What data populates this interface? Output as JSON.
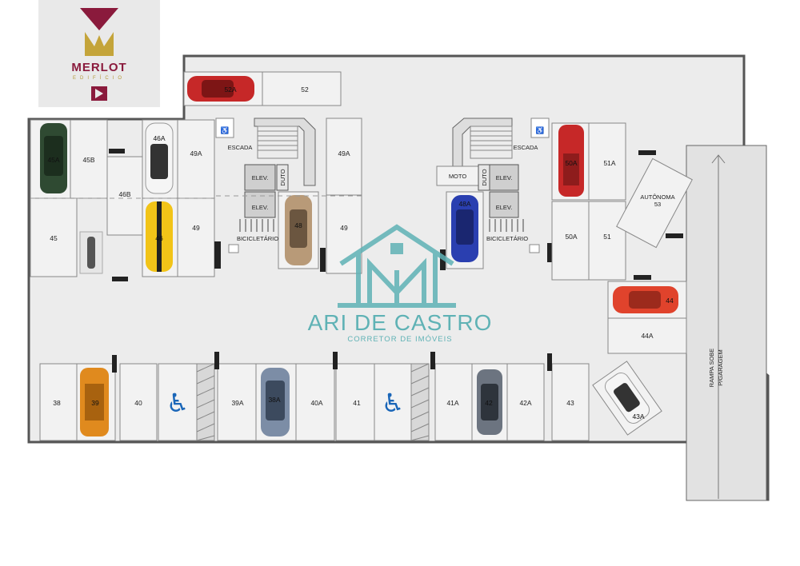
{
  "brand": {
    "name": "MERLOT",
    "subtitle": "EDIFÍCIO",
    "colors": {
      "primary": "#8a1a3c",
      "gold": "#c4a43a"
    }
  },
  "watermark": {
    "name": "ARI DE CASTRO",
    "subtitle": "CORRETOR DE IMÓVEIS",
    "color": "#5fb2b5"
  },
  "ramp": {
    "line1": "RAMPA SOBE",
    "line2": "P/GARAGEM"
  },
  "facilities": {
    "stairs_left": "ESCADA",
    "stairs_right": "ESCADA",
    "elevator": "ELEV.",
    "duct": "DUTO",
    "bicycle_left": "BICICLETÁRIO",
    "bicycle_right": "BICICLETÁRIO",
    "moto": "MOTO",
    "autonomous": "AUTÔNOMA",
    "autonomous_num": "53"
  },
  "spots": {
    "s52a": "52A",
    "s52": "52",
    "s45a": "45A",
    "s45b": "45B",
    "s46a": "46A",
    "s49a_l": "49A",
    "s46b": "46B",
    "s45": "45",
    "s46": "46",
    "s49_l": "49",
    "s48": "48",
    "s49a_r": "49A",
    "s49_r": "49",
    "s48a": "48A",
    "s50a_t": "50A",
    "s51a": "51A",
    "s50a_b": "50A",
    "s51": "51",
    "s44": "44",
    "s44a": "44A",
    "s38": "38",
    "s39": "39",
    "s40": "40",
    "s39a": "39A",
    "s38a": "38A",
    "s40a": "40A",
    "s41": "41",
    "s41a": "41A",
    "s42": "42",
    "s42a": "42A",
    "s43": "43",
    "s43a": "43A"
  }
}
